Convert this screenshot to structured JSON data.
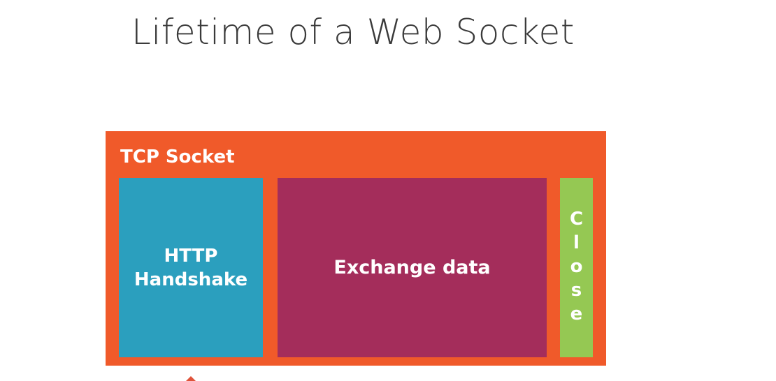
{
  "title": "Lifetime of a Web Socket",
  "diagram": {
    "outer": {
      "label": "TCP Socket",
      "color": "#f05a2a"
    },
    "phases": [
      {
        "label": "HTTP Handshake",
        "color": "#2b9fbe"
      },
      {
        "label": "Exchange data",
        "color": "#a42d5b"
      },
      {
        "label": "Close",
        "color": "#95c853"
      }
    ]
  }
}
